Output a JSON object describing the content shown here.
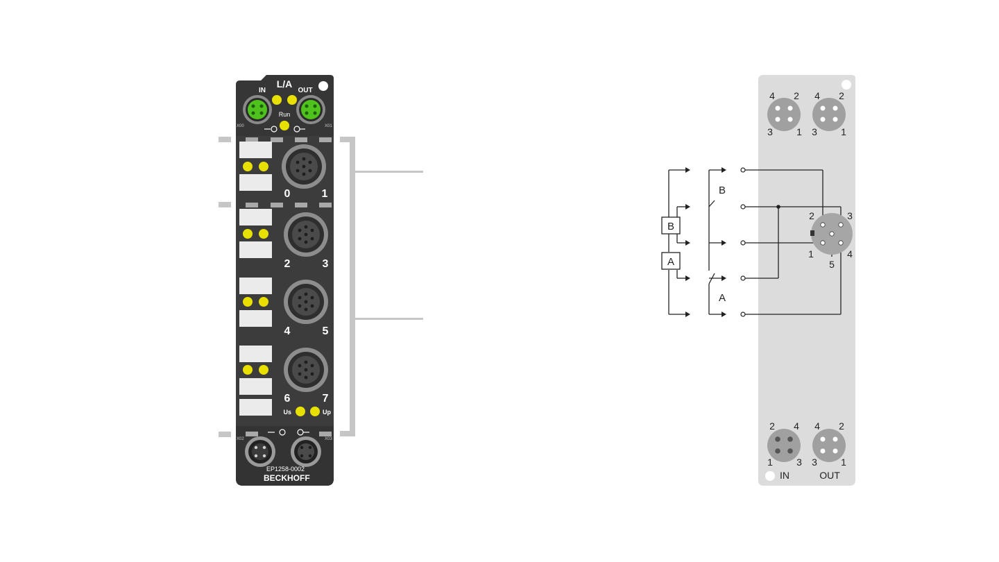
{
  "device": {
    "la_label": "L/A",
    "in_label": "IN",
    "out_label": "OUT",
    "run_label": "Run",
    "x00_label": "X00",
    "x01_label": "X01",
    "x02_label": "X02",
    "x03_label": "X03",
    "channels": [
      {
        "left": "0",
        "right": "1"
      },
      {
        "left": "2",
        "right": "3"
      },
      {
        "left": "4",
        "right": "5"
      },
      {
        "left": "6",
        "right": "7"
      }
    ],
    "us_label": "Us",
    "up_label": "Up",
    "model": "EP1258-0002",
    "brand": "BECKHOFF",
    "led_color": "#e8e000",
    "green_connector_color": "#4fc21e",
    "housing_color": "#3a3a3a"
  },
  "schematic": {
    "top_left_pins": {
      "tl": "4",
      "tr": "2",
      "bl": "3",
      "br": "1"
    },
    "top_right_pins": {
      "tl": "4",
      "tr": "2",
      "bl": "3",
      "br": "1"
    },
    "bottom_left_pins": {
      "tl": "2",
      "tr": "4",
      "bl": "1",
      "br": "3"
    },
    "bottom_right_pins": {
      "tl": "4",
      "tr": "2",
      "bl": "3",
      "br": "1"
    },
    "in_label": "IN",
    "out_label": "OUT",
    "box_b": "B",
    "box_a": "A",
    "switch_b": "B",
    "switch_a": "A",
    "socket_pins": [
      "2",
      "3",
      "1",
      "5",
      "4"
    ],
    "panel_color": "#dcdcdc"
  }
}
